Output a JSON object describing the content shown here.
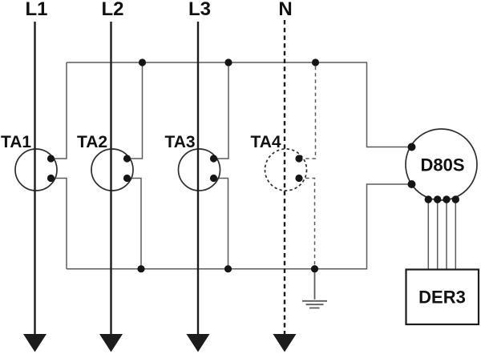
{
  "colors": {
    "background": "#ffffff",
    "line-black": "#1c1c1c",
    "wire-gray": "#5c5c5c",
    "symbol-dark": "#2e2e2e",
    "dot-black": "#151515",
    "text-black": "#111111"
  },
  "feeders": [
    {
      "label": "L1",
      "style": "solid"
    },
    {
      "label": "L2",
      "style": "solid"
    },
    {
      "label": "L3",
      "style": "solid"
    },
    {
      "label": "N",
      "style": "dashed"
    }
  ],
  "current_transformers": [
    {
      "label": "TA1",
      "style": "solid"
    },
    {
      "label": "TA2",
      "style": "solid"
    },
    {
      "label": "TA3",
      "style": "solid"
    },
    {
      "label": "TA4",
      "style": "dashed"
    }
  ],
  "devices": {
    "meter": {
      "label": "D80S",
      "shape": "circle"
    },
    "module": {
      "label": "DER3",
      "shape": "rectangle"
    }
  },
  "symbols": {
    "ground": "earth-ground-symbol",
    "load_arrows": "downward-filled-arrowheads"
  }
}
